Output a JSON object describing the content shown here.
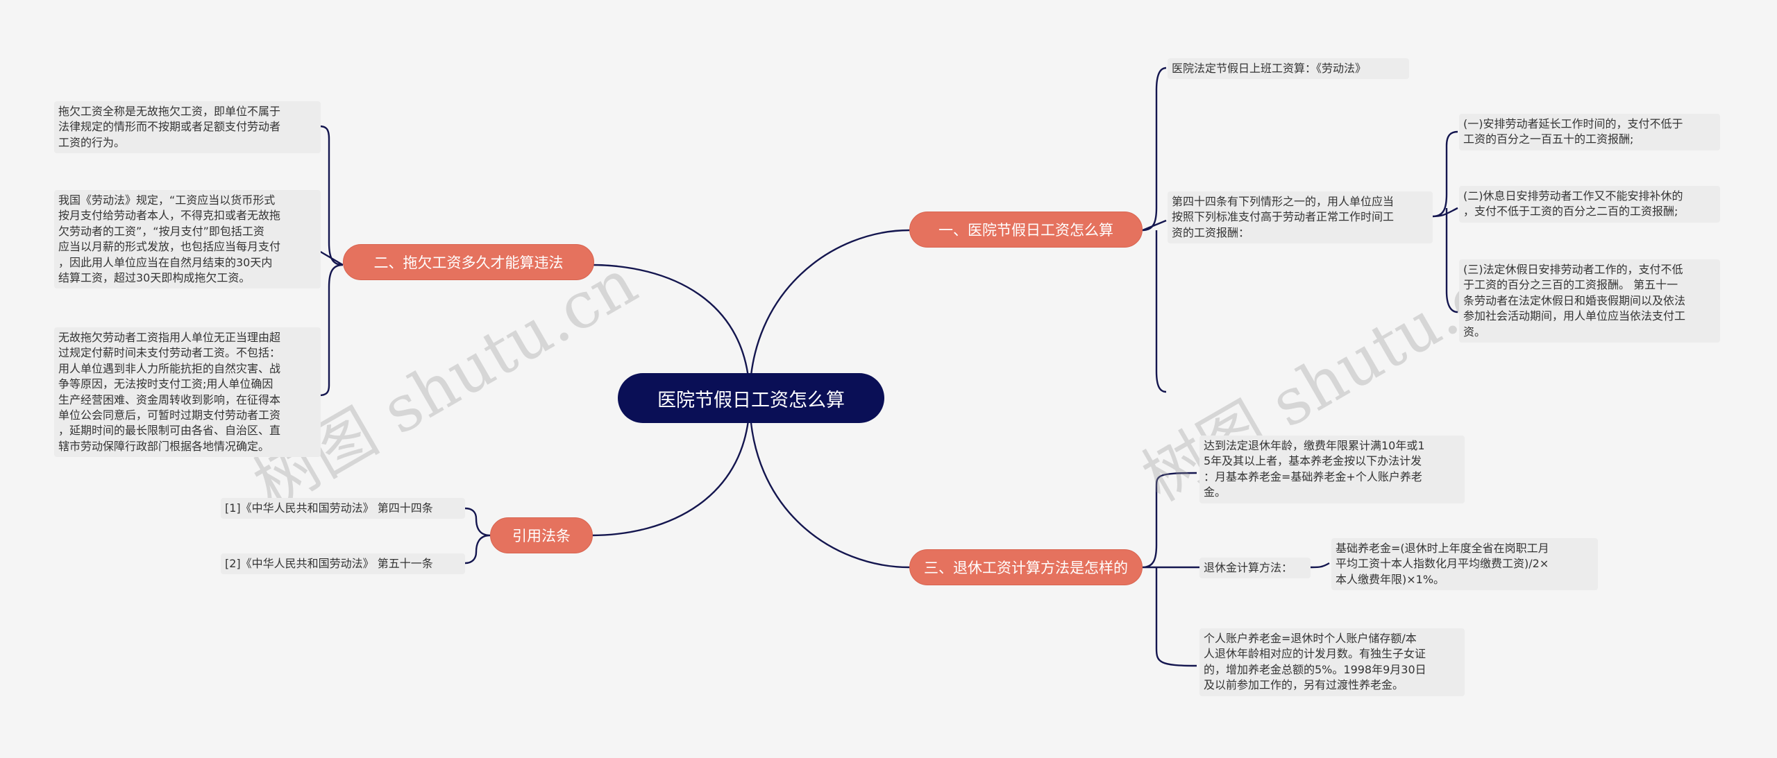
{
  "root": {
    "label": "医院节假日工资怎么算"
  },
  "branches": {
    "b1": {
      "label": "一、医院节假日工资怎么算"
    },
    "b2": {
      "label": "二、拖欠工资多久才能算违法"
    },
    "b3": {
      "label": "三、退休工资计算方法是怎样的"
    },
    "b4": {
      "label": "引用法条"
    }
  },
  "leaves": {
    "b1_l1": "医院法定节假日上班工资算：《劳动法》",
    "b1_l2": "第四十四条有下列情形之一的，用人单位应当\n按照下列标准支付高于劳动者正常工作时间工\n资的工资报酬：",
    "b1_l2_c1": "(一)安排劳动者延长工作时间的，支付不低于\n工资的百分之一百五十的工资报酬;",
    "b1_l2_c2": "(二)休息日安排劳动者工作又不能安排补休的\n，支付不低于工资的百分之二百的工资报酬;",
    "b1_l2_c3": "(三)法定休假日安排劳动者工作的，支付不低\n于工资的百分之三百的工资报酬。 第五十一\n条劳动者在法定休假日和婚丧假期间以及依法\n参加社会活动期间，用人单位应当依法支付工\n资。",
    "b2_l1": "拖欠工资全称是无故拖欠工资，即单位不属于\n法律规定的情形而不按期或者足额支付劳动者\n工资的行为。",
    "b2_l2": "我国《劳动法》规定，“工资应当以货币形式\n按月支付给劳动者本人，不得克扣或者无故拖\n欠劳动者的工资”，“按月支付”即包括工资\n应当以月薪的形式发放，也包括应当每月支付\n，因此用人单位应当在自然月结束的30天内\n结算工资，超过30天即构成拖欠工资。",
    "b2_l3": "无故拖欠劳动者工资指用人单位无正当理由超\n过规定付薪时间未支付劳动者工资。不包括：\n用人单位遇到非人力所能抗拒的自然灾害、战\n争等原因，无法按时支付工资;用人单位确因\n生产经营困难、资金周转收到影响，在征得本\n单位公会同意后，可暂时过期支付劳动者工资\n，延期时间的最长限制可由各省、自治区、直\n辖市劳动保障行政部门根据各地情况确定。",
    "b3_l1": "达到法定退休年龄，缴费年限累计满10年或1\n5年及其以上者，基本养老金按以下办法计发\n：月基本养老金=基础养老金+个人账户养老\n金。",
    "b3_l2": "退休金计算方法：",
    "b3_l2_c1": "基础养老金=(退休时上年度全省在岗职工月\n平均工资十本人指数化月平均缴费工资)/2×\n本人缴费年限)×1%。",
    "b3_l3": "个人账户养老金=退休时个人账户储存额/本\n人退休年龄相对应的计发月数。有独生子女证\n的，增加养老金总额的5%。1998年9月30日\n及以前参加工作的，另有过渡性养老金。",
    "b4_l1": "[1]《中华人民共和国劳动法》 第四十四条",
    "b4_l2": "[2]《中华人民共和国劳动法》 第五十一条"
  },
  "watermark": {
    "text": "树图 shutu.cn"
  },
  "colors": {
    "root": "#0a0f56",
    "branch": "#e5725e",
    "leaf_bg": "#ececec",
    "edge": "#14164f",
    "background": "#f5f5f5"
  }
}
